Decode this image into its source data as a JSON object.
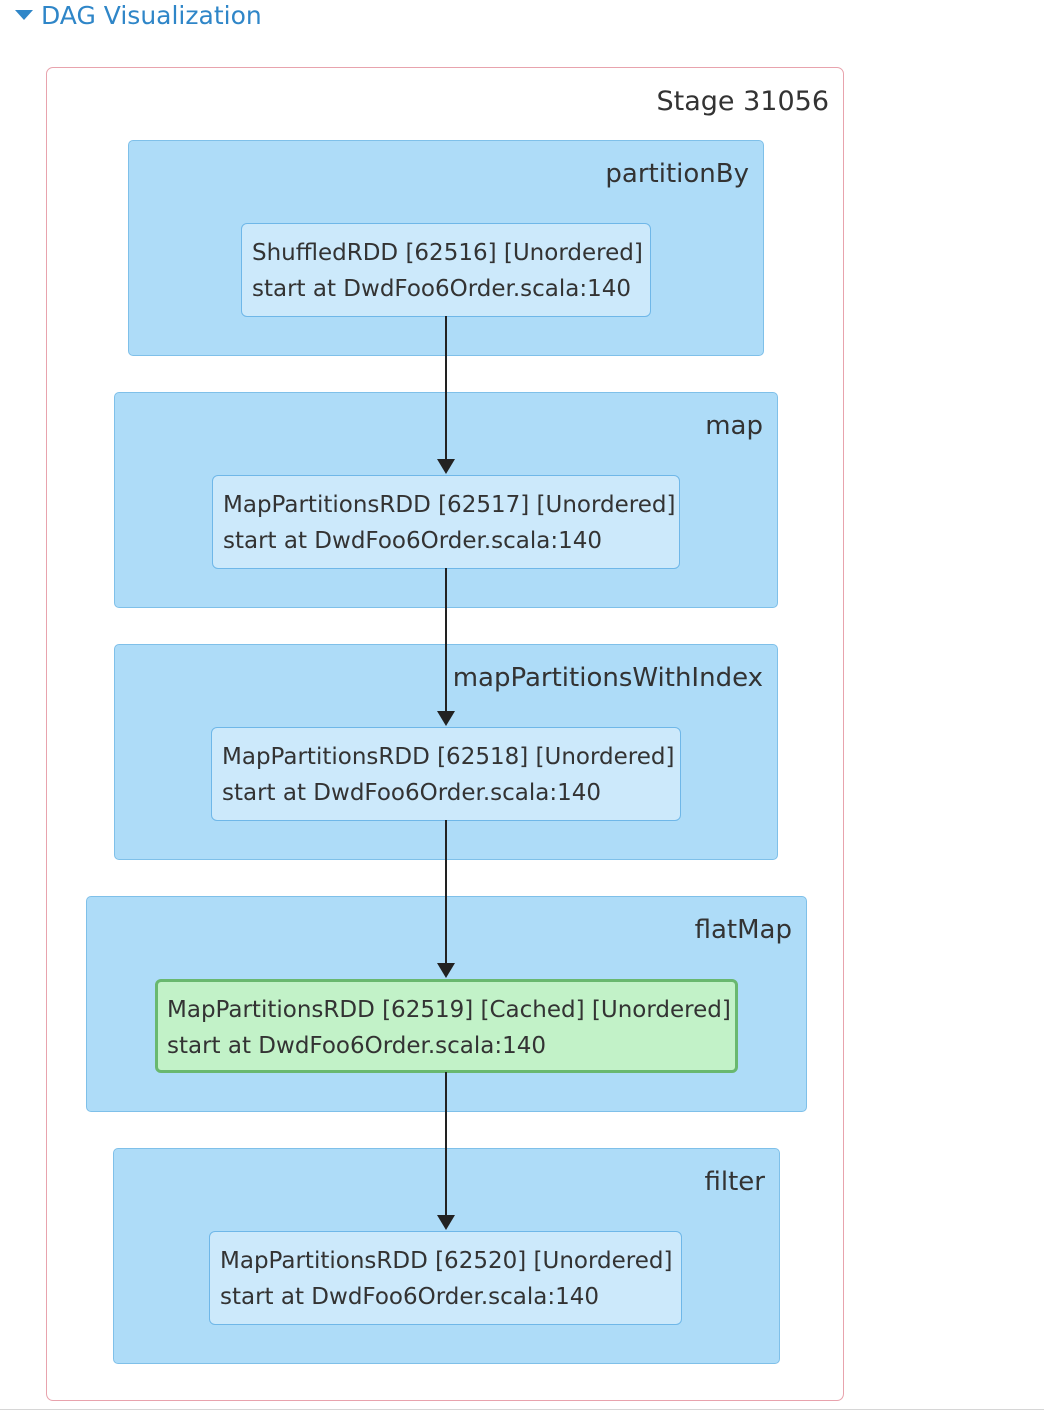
{
  "header": {
    "toggle_label": "DAG Visualization",
    "toggle_icon": "caret-down-icon",
    "link_color": "#2f86c8"
  },
  "stage": {
    "title": "Stage 31056",
    "border_color": "#e8a3ad"
  },
  "colors": {
    "cluster_fill": "#aedcf8",
    "node_fill": "#cce9fb",
    "cached_fill": "#c2f2c8",
    "cached_border": "#69b86f",
    "edge": "#222222"
  },
  "clusters": [
    {
      "title": "partitionBy",
      "node": {
        "line1": "ShuffledRDD [62516] [Unordered]",
        "line2": "start at DwdFoo6Order.scala:140",
        "cached": false
      }
    },
    {
      "title": "map",
      "node": {
        "line1": "MapPartitionsRDD [62517] [Unordered]",
        "line2": "start at DwdFoo6Order.scala:140",
        "cached": false
      }
    },
    {
      "title": "mapPartitionsWithIndex",
      "node": {
        "line1": "MapPartitionsRDD [62518] [Unordered]",
        "line2": "start at DwdFoo6Order.scala:140",
        "cached": false
      }
    },
    {
      "title": "flatMap",
      "node": {
        "line1": "MapPartitionsRDD [62519] [Cached] [Unordered]",
        "line2": "start at DwdFoo6Order.scala:140",
        "cached": true
      }
    },
    {
      "title": "filter",
      "node": {
        "line1": "MapPartitionsRDD [62520] [Unordered]",
        "line2": "start at DwdFoo6Order.scala:140",
        "cached": false
      }
    }
  ],
  "edges": [
    {
      "from": "ShuffledRDD [62516]",
      "to": "MapPartitionsRDD [62517]"
    },
    {
      "from": "MapPartitionsRDD [62517]",
      "to": "MapPartitionsRDD [62518]"
    },
    {
      "from": "MapPartitionsRDD [62518]",
      "to": "MapPartitionsRDD [62519]"
    },
    {
      "from": "MapPartitionsRDD [62519]",
      "to": "MapPartitionsRDD [62520]"
    }
  ]
}
